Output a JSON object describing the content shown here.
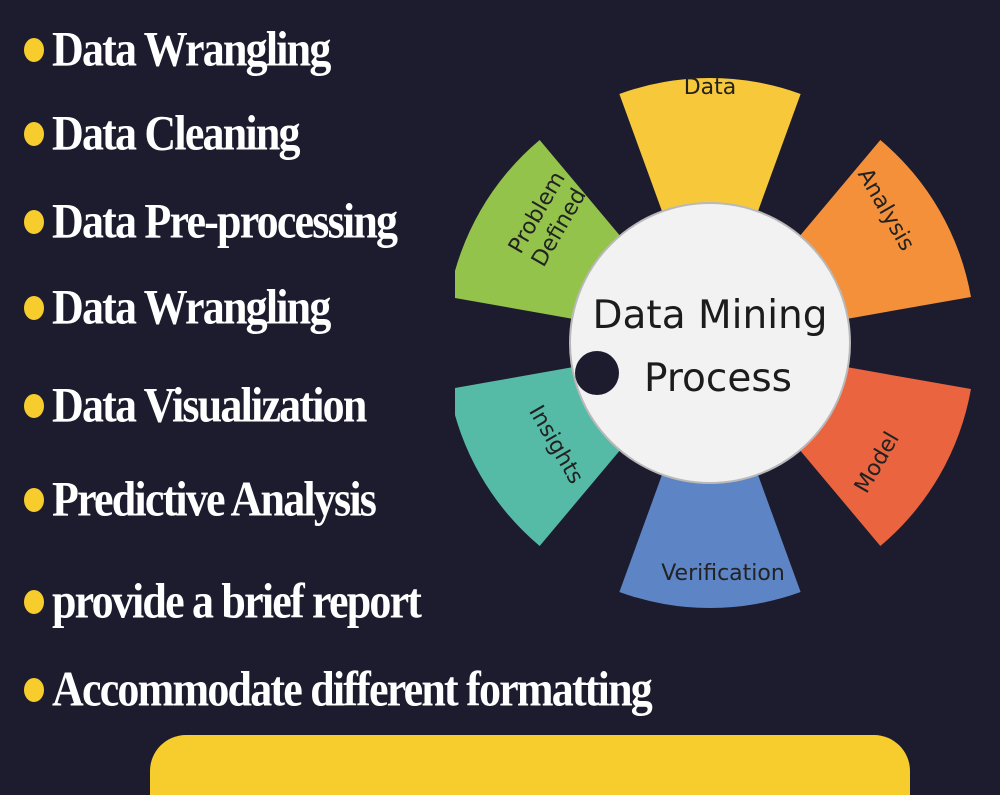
{
  "bullets": [
    {
      "label": "Data Wrangling"
    },
    {
      "label": "Data Cleaning"
    },
    {
      "label": "Data Pre-processing"
    },
    {
      "label": "Data Wrangling"
    },
    {
      "label": "Data Visualization"
    },
    {
      "label": "Predictive Analysis"
    },
    {
      "label": "provide a brief report"
    },
    {
      "label": "Accommodate different formatting"
    }
  ],
  "diagram": {
    "center_line1": "Data Mining",
    "center_line2": "Process",
    "segments": {
      "data": "Data",
      "analysis": "Analysis",
      "model": "Model",
      "verification": "Verification",
      "insights": "Insights",
      "problem_line1": "Problem",
      "problem_line2": "Defined"
    }
  },
  "colors": {
    "background": "#1d1c2e",
    "bullet_dot": "#f7cd2e",
    "data": "#f7c93a",
    "analysis": "#f4903a",
    "model": "#ea643f",
    "verification": "#5d84c5",
    "insights": "#55bba6",
    "problem": "#93c34a",
    "center": "#f2f2f2"
  }
}
